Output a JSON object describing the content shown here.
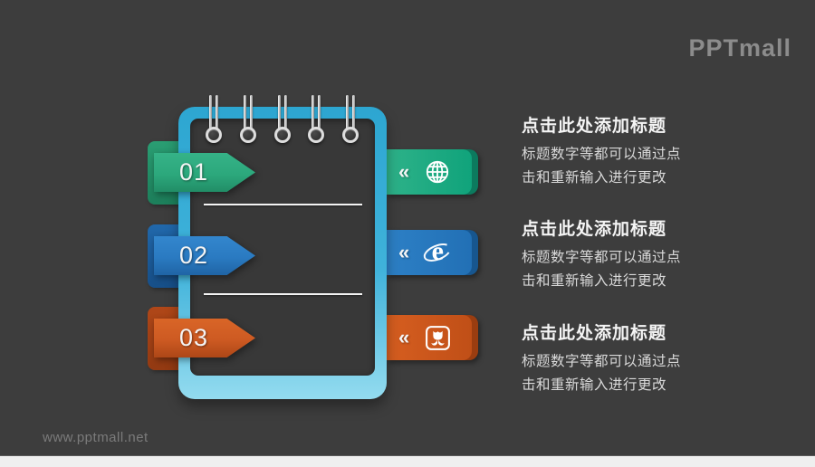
{
  "brand": {
    "logo_text": "PPTmall",
    "watermark": "www.pptmall.net"
  },
  "colors": {
    "background": "#3d3d3d",
    "notepad_border_top": "#2da6d1",
    "notepad_border_bottom": "#93dbef",
    "green": "#2ca87c",
    "blue": "#2a7ac1",
    "orange": "#cd5a22",
    "bottom_strip": "#efefef"
  },
  "notepad": {
    "ring_count": 5,
    "left_tabs": [
      {
        "number": "01",
        "color": "#2ca87c"
      },
      {
        "number": "02",
        "color": "#2a7ac1"
      },
      {
        "number": "03",
        "color": "#cd5a22"
      }
    ],
    "right_tabs": [
      {
        "chevron": "«",
        "icon": "globe-icon",
        "color": "#1ea87f"
      },
      {
        "chevron": "«",
        "icon": "ie-browser-icon",
        "color": "#2777bd"
      },
      {
        "chevron": "«",
        "icon": "tulip-icon",
        "color": "#cd551e"
      }
    ],
    "ie_letter": "e"
  },
  "text_blocks": [
    {
      "title": "点击此处添加标题",
      "body_line1": "标题数字等都可以通过点",
      "body_line2": "击和重新输入进行更改"
    },
    {
      "title": "点击此处添加标题",
      "body_line1": "标题数字等都可以通过点",
      "body_line2": "击和重新输入进行更改"
    },
    {
      "title": "点击此处添加标题",
      "body_line1": "标题数字等都可以通过点",
      "body_line2": "击和重新输入进行更改"
    }
  ]
}
